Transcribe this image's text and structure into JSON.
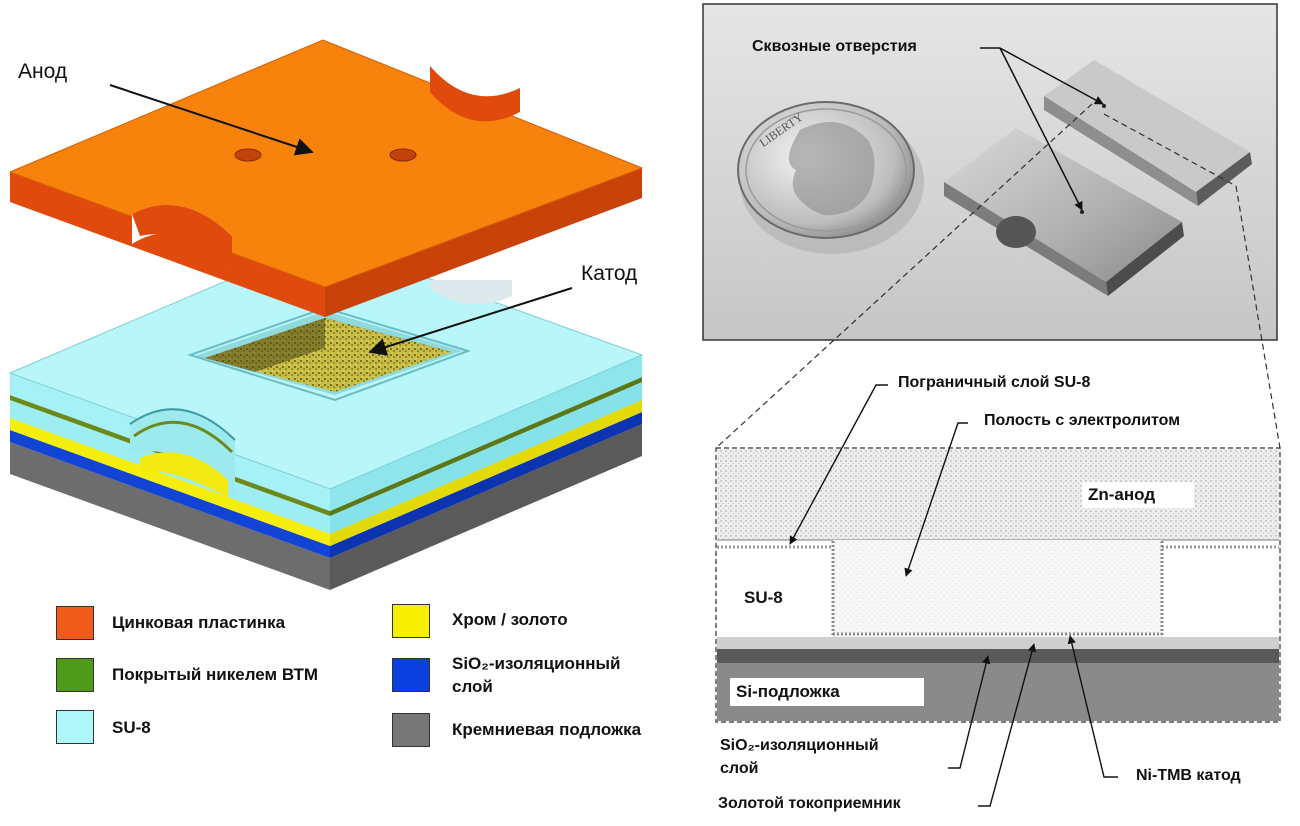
{
  "labels": {
    "anode": "Анод",
    "cathode": "Катод",
    "through_holes": "Сквозные отверстия",
    "su8_boundary": "Пограничный слой SU-8",
    "electrolyte_cavity": "Полость с электролитом",
    "zn_anode": "Zn-анод",
    "su8": "SU-8",
    "si_substrate": "Si-подложка",
    "sio2_line1": "SiO₂-изоляционный",
    "sio2_line2": "слой",
    "gold_collector": "Золотой токоприемник",
    "ni_tmb_cathode": "Ni-TMB катод"
  },
  "legend": [
    {
      "label": "Цинковая пластинка",
      "color": "#f05a1a"
    },
    {
      "label": "Покрытый никелем ВТМ",
      "color": "#4f9a18"
    },
    {
      "label": "SU-8",
      "color": "#aef6f8"
    },
    {
      "label": "Хром / золото",
      "color": "#f7f000"
    },
    {
      "label": "SiO₂-изоляционный слой",
      "line1": "SiO₂-изоляционный",
      "line2": "слой",
      "color": "#0a3fe0"
    },
    {
      "label": "Кремниевая подложка",
      "color": "#777777"
    }
  ],
  "coin_text": "LIBERTY",
  "colors": {
    "zinc_top": "#f7820c",
    "zinc_side": "#e04b0d",
    "su8": "#b4f5f7",
    "su8_side": "#8fe6ec",
    "gold": "#f5ee0a",
    "sio2": "#1144d4",
    "silicon": "#777777",
    "nickel": "#6b8a1e"
  }
}
